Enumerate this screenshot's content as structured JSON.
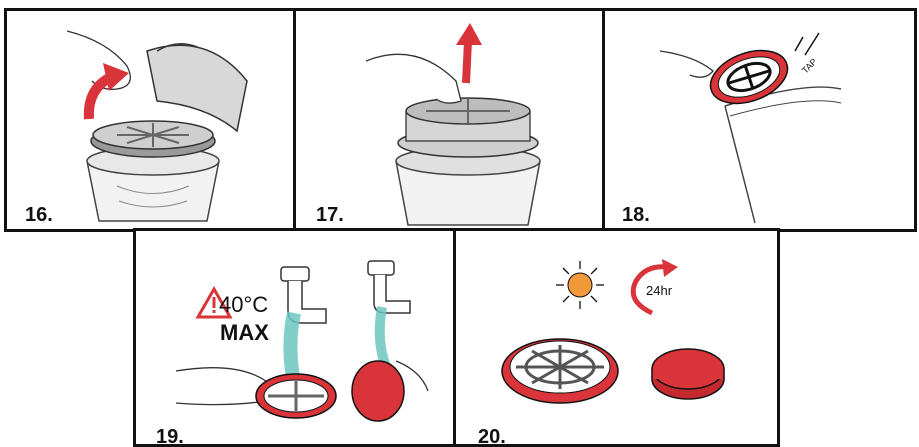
{
  "steps": [
    {
      "number": "16."
    },
    {
      "number": "17."
    },
    {
      "number": "18."
    },
    {
      "number": "19."
    },
    {
      "number": "20."
    }
  ],
  "tap_label": "TAP",
  "warning": {
    "temperature": "40°C",
    "max": "MAX"
  },
  "drying": {
    "duration": "24hr"
  },
  "colors": {
    "accent_red": "#d9343a",
    "water": "#6cc7c0",
    "sun": "#f29a3a",
    "outline": "#111111"
  }
}
